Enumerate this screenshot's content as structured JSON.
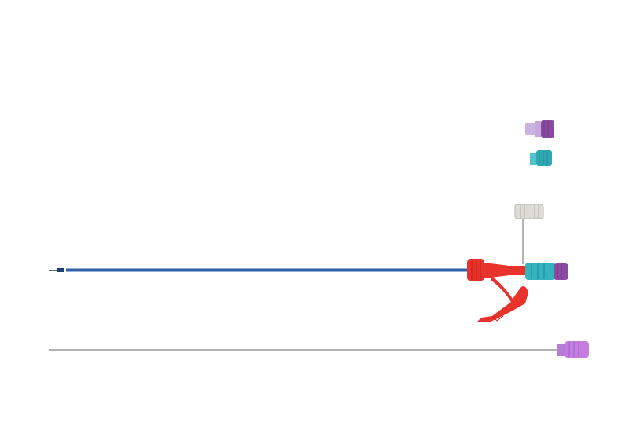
{
  "colors": {
    "background": "#ffffff",
    "catheter_shaft": "#2e5fa8",
    "handle_red": "#e8322b",
    "connector_teal": "#34b3bf",
    "cap_purple": "#8a4ba0",
    "cap_lavender": "#c37ee0",
    "valve_gray": "#d8d8d2",
    "wire": "#9a9a9a"
  },
  "components": [
    {
      "id": "small-purple-connector",
      "icon": "luer-connector-icon"
    },
    {
      "id": "small-teal-connector",
      "icon": "luer-connector-icon"
    },
    {
      "id": "gray-valve-connector",
      "icon": "valve-icon"
    },
    {
      "id": "catheter-with-handle",
      "icon": "catheter-icon"
    },
    {
      "id": "guidewire-with-purple-hub",
      "icon": "guidewire-icon"
    }
  ]
}
